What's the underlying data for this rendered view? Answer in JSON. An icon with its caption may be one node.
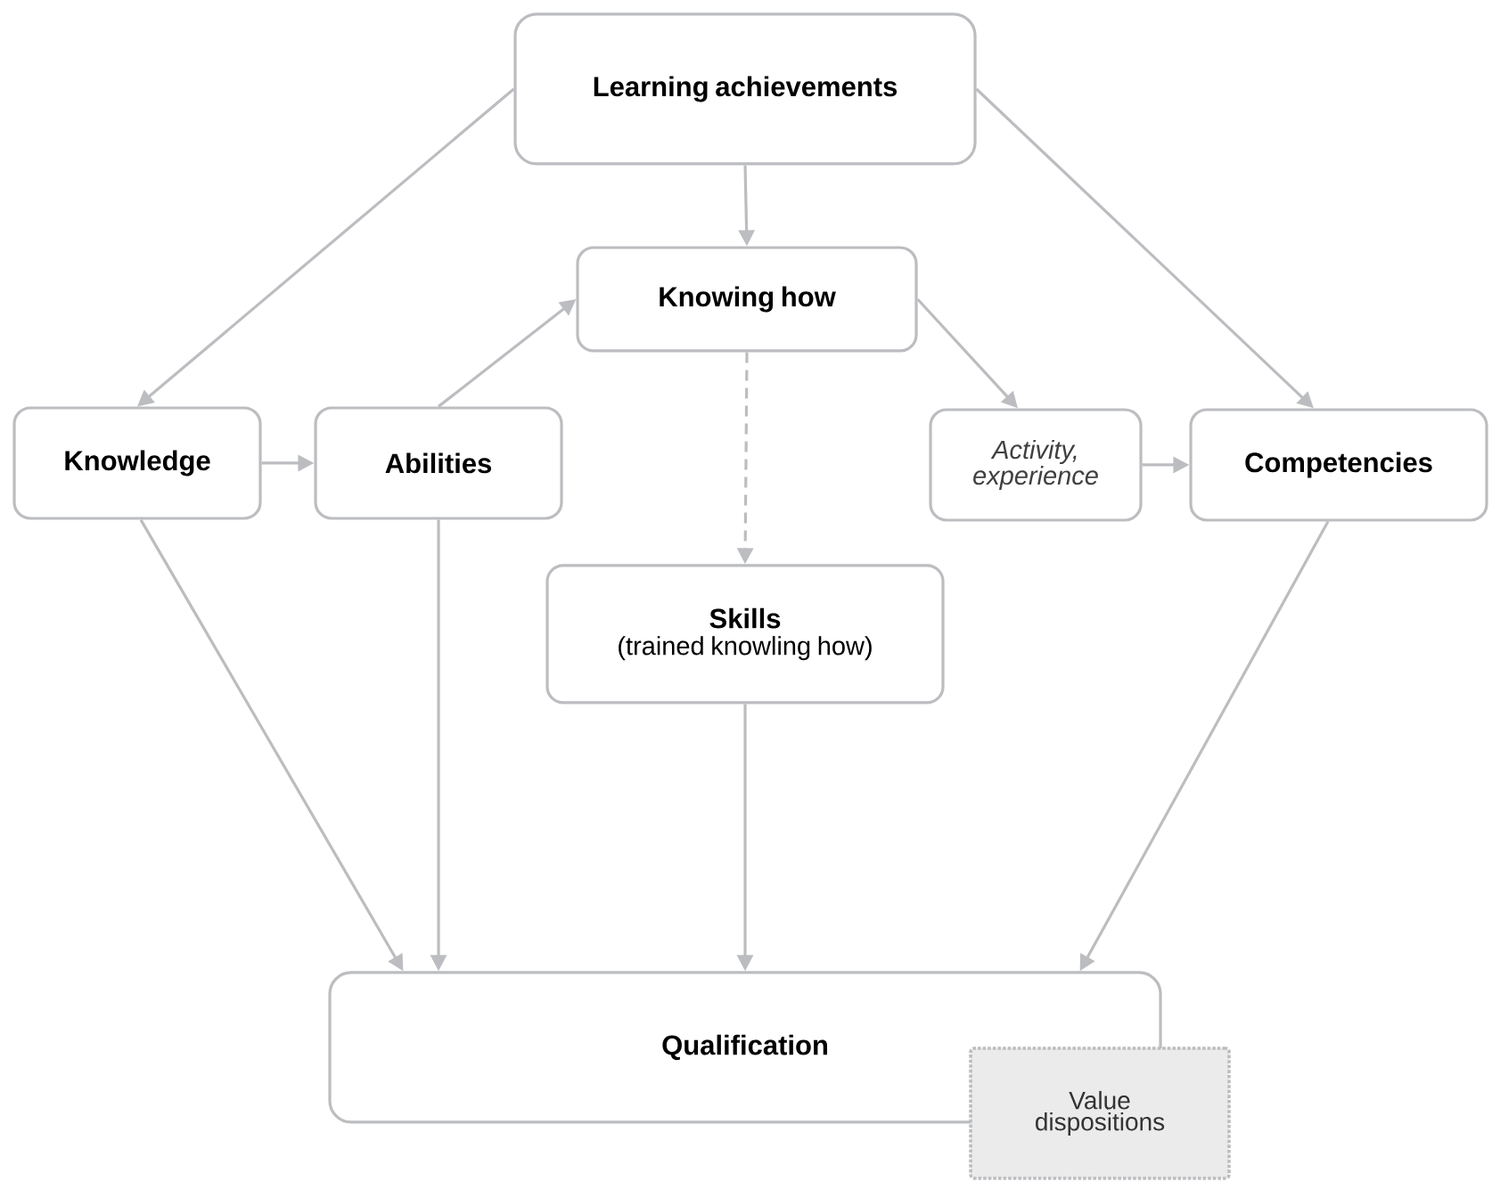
{
  "diagram": {
    "nodes": [
      {
        "text": [
          "Learning achievements"
        ]
      },
      {
        "text": [
          "Knowledge"
        ]
      },
      {
        "text": [
          "Abilities"
        ]
      },
      {
        "text": [
          "Knowing how"
        ]
      },
      {
        "text": [
          "Activity, experience"
        ]
      },
      {
        "text": [
          "Competencies"
        ]
      },
      {
        "text": [
          "Skills",
          "(trained knowling how)"
        ]
      },
      {
        "text": [
          "Qualification"
        ]
      },
      {
        "text": [
          "Value dispositions"
        ]
      }
    ],
    "edges": [
      {
        "from": 0,
        "to": 1,
        "arrow": "to"
      },
      {
        "from": 0,
        "to": 3,
        "arrow": "to"
      },
      {
        "from": 0,
        "to": 5,
        "arrow": "to"
      },
      {
        "from": 1,
        "to": 2,
        "arrow": "to"
      },
      {
        "from": 2,
        "to": 3,
        "arrow": "to"
      },
      {
        "from": 3,
        "to": 4,
        "arrow": "to"
      },
      {
        "from": 4,
        "to": 5,
        "arrow": "to"
      },
      {
        "from": 3,
        "to": 6,
        "arrow": "to",
        "style": "dashed"
      },
      {
        "from": 1,
        "to": 7,
        "arrow": "to"
      },
      {
        "from": 2,
        "to": 7,
        "arrow": "to"
      },
      {
        "from": 6,
        "to": 7,
        "arrow": "to"
      },
      {
        "from": 5,
        "to": 7,
        "arrow": "to"
      }
    ]
  }
}
